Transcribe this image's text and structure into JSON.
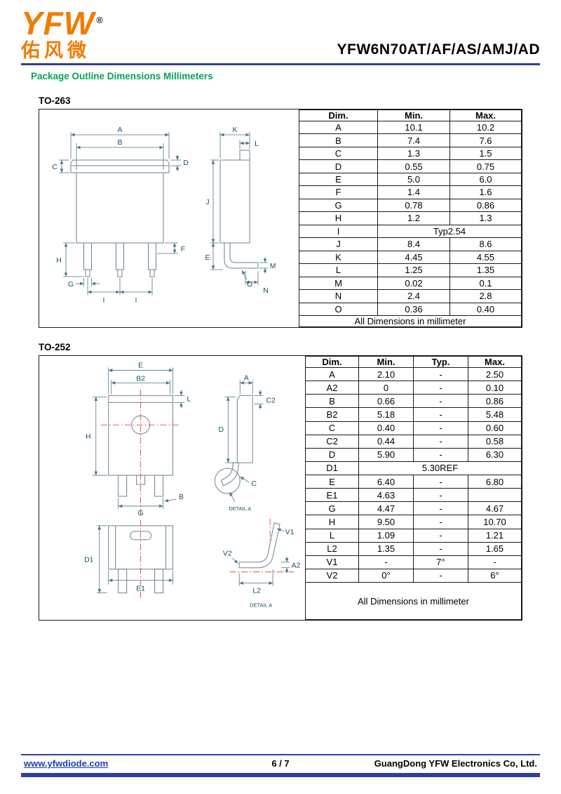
{
  "header": {
    "logo_text": "YFW",
    "logo_reg": "®",
    "logo_cn": "佑风微",
    "doc_title": "YFW6N70AT/AF/AS/AMJ/AD"
  },
  "section_heading": "Package Outline Dimensions Millimeters",
  "to263": {
    "label": "TO-263",
    "table": {
      "headers": [
        "Dim.",
        "Min.",
        "Max."
      ],
      "rows1": [
        [
          "A",
          "10.1",
          "10.2"
        ],
        [
          "B",
          "7.4",
          "7.6"
        ],
        [
          "C",
          "1.3",
          "1.5"
        ],
        [
          "D",
          "0.55",
          "0.75"
        ],
        [
          "E",
          "5.0",
          "6.0"
        ],
        [
          "F",
          "1.4",
          "1.6"
        ],
        [
          "G",
          "0.78",
          "0.86"
        ],
        [
          "H",
          "1.2",
          "1.3"
        ]
      ],
      "special": {
        "dim": "I",
        "value": "Typ2.54"
      },
      "rows2": [
        [
          "J",
          "8.4",
          "8.6"
        ],
        [
          "K",
          "4.45",
          "4.55"
        ],
        [
          "L",
          "1.25",
          "1.35"
        ],
        [
          "M",
          "0.02",
          "0.1"
        ],
        [
          "N",
          "2.4",
          "2.8"
        ],
        [
          "O",
          "0.36",
          "0.40"
        ]
      ],
      "footer": "All Dimensions in millimeter"
    },
    "drawing": {
      "labels": [
        "A",
        "B",
        "C",
        "D",
        "F",
        "H",
        "G",
        "I",
        "I",
        "K",
        "L",
        "J",
        "M",
        "E",
        "O",
        "N"
      ]
    }
  },
  "to252": {
    "label": "TO-252",
    "table": {
      "headers": [
        "Dim.",
        "Min.",
        "Typ.",
        "Max."
      ],
      "rows1": [
        [
          "A",
          "2.10",
          "-",
          "2.50"
        ],
        [
          "A2",
          "0",
          "-",
          "0.10"
        ],
        [
          "B",
          "0.66",
          "-",
          "0.86"
        ],
        [
          "B2",
          "5.18",
          "-",
          "5.48"
        ],
        [
          "C",
          "0.40",
          "-",
          "0.60"
        ],
        [
          "C2",
          "0.44",
          "-",
          "0.58"
        ],
        [
          "D",
          "5.90",
          "-",
          "6.30"
        ]
      ],
      "special": {
        "dim": "D1",
        "value": "5.30REF"
      },
      "rows2": [
        [
          "E",
          "6.40",
          "-",
          "6.80"
        ],
        [
          "E1",
          "4.63",
          "-",
          ""
        ],
        [
          "G",
          "4.47",
          "-",
          "4.67"
        ],
        [
          "H",
          "9.50",
          "-",
          "10.70"
        ],
        [
          "L",
          "1.09",
          "-",
          "1.21"
        ],
        [
          "L2",
          "1.35",
          "-",
          "1.65"
        ],
        [
          "V1",
          "-",
          "7°",
          "-"
        ],
        [
          "V2",
          "0°",
          "-",
          "6°"
        ]
      ],
      "footer": "All Dimensions in millimeter"
    },
    "drawing": {
      "labels": [
        "E",
        "B2",
        "L",
        "H",
        "G",
        "B",
        "A",
        "C2",
        "D",
        "C",
        "DETAIL A",
        "D1",
        "E1",
        "V1",
        "V2",
        "A2",
        "L2",
        "DETAIL A"
      ]
    }
  },
  "page_footer": {
    "website": "www.yfwdiode.com",
    "page_number": "6 / 7",
    "company": "GuangDong YFW Electronics Co, Ltd."
  }
}
